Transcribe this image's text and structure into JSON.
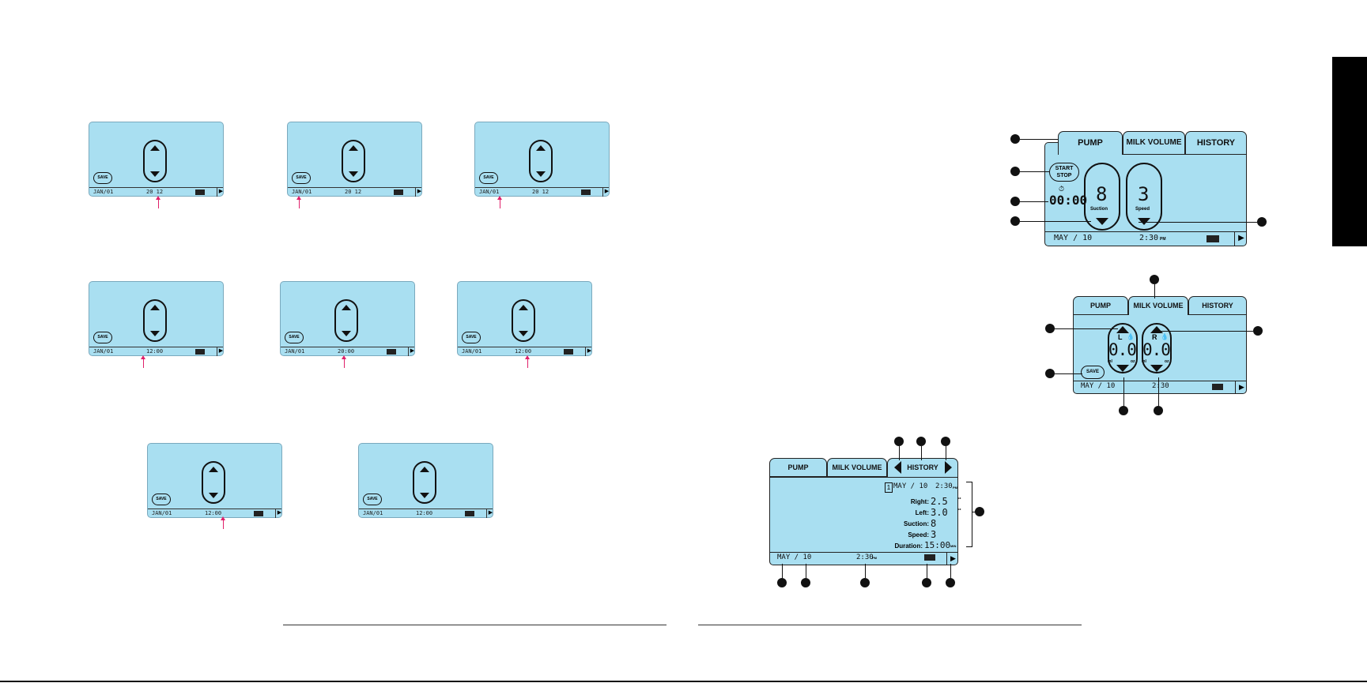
{
  "small_screens": [
    {
      "save": "SAVE",
      "date": "JAN/01",
      "time": "20 12"
    },
    {
      "save": "SAVE",
      "date": "JAN/01",
      "time": "20 12"
    },
    {
      "save": "SAVE",
      "date": "JAN/01",
      "time": "20 12"
    },
    {
      "save": "SAVE",
      "date": "JAN/01",
      "time": "12:00"
    },
    {
      "save": "SAVE",
      "date": "JAN/01",
      "time": "20:00"
    },
    {
      "save": "SAVE",
      "date": "JAN/01",
      "time": "12:00"
    },
    {
      "save": "SAVE",
      "date": "JAN/01",
      "time": "12:00"
    },
    {
      "save": "SAVE",
      "date": "JAN/01",
      "time": "12:00"
    }
  ],
  "pump_screen": {
    "tabs": [
      "PUMP",
      "MILK VOLUME",
      "HISTORY"
    ],
    "start_stop": [
      "START",
      "STOP"
    ],
    "timer": "00:00",
    "suction_value": "8",
    "suction_label": "Suction",
    "speed_value": "3",
    "speed_label": "Speed",
    "date": "MAY / 10",
    "time": "2:30",
    "time_suffix": "PM"
  },
  "milk_screen": {
    "tabs": [
      "PUMP",
      "MILK VOLUME",
      "HISTORY"
    ],
    "left_label": "L",
    "right_label": "R",
    "left_value": "0.0",
    "right_value": "0.0",
    "unit_ml": "ml",
    "unit_oz": "oz",
    "save": "SAVE",
    "date": "MAY / 10",
    "time": "2:30"
  },
  "history_screen": {
    "tabs": [
      "PUMP",
      "MILK VOLUME",
      "HISTORY"
    ],
    "entry_index": "1",
    "entry_date": "MAY / 10",
    "entry_time": "2:30",
    "entry_suffix": "PM",
    "rows": [
      {
        "label": "Right:",
        "value": "2.5",
        "unit": "oz"
      },
      {
        "label": "Left:",
        "value": "3.0",
        "unit": "oz"
      },
      {
        "label": "Suction:",
        "value": "8",
        "unit": ""
      },
      {
        "label": "Speed:",
        "value": "3",
        "unit": ""
      },
      {
        "label": "Duration:",
        "value": "15:00",
        "unit": "MIN"
      }
    ],
    "date": "MAY / 10",
    "time": "2:30",
    "time_suffix": "PM"
  }
}
